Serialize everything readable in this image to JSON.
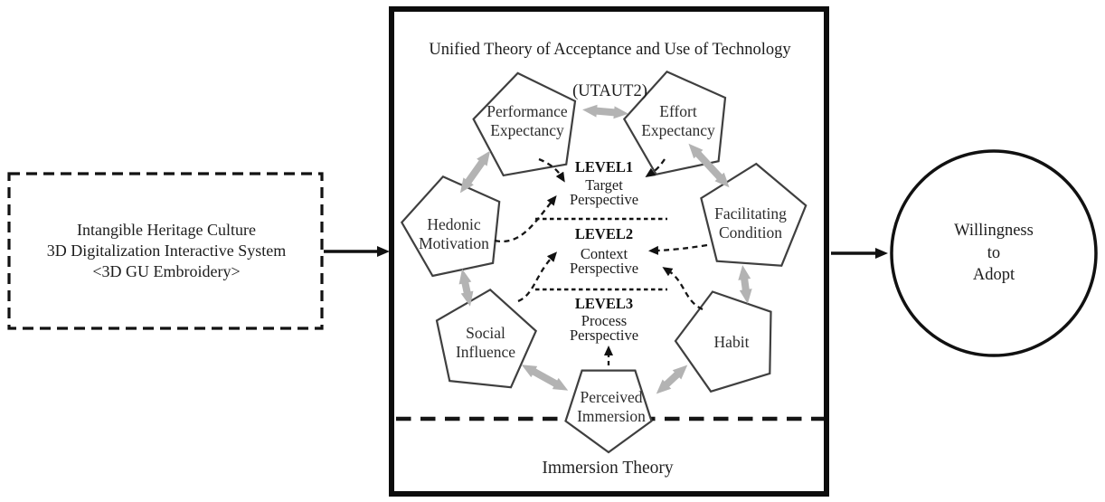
{
  "input_box": {
    "lines": [
      "Intangible Heritage Culture",
      "3D Digitalization Interactive System",
      "<3D GU Embroidery>"
    ]
  },
  "utaut": {
    "title_line1": "Unified Theory of Acceptance and Use of Technology",
    "title_line2": "(UTAUT2)",
    "constructs": [
      {
        "label": "Performance\nExpectancy"
      },
      {
        "label": "Effort\nExpectancy"
      },
      {
        "label": "Hedonic\nMotivation"
      },
      {
        "label": "Facilitating\nCondition"
      },
      {
        "label": "Social\nInfluence"
      },
      {
        "label": "Habit"
      },
      {
        "label": "Perceived\nImmersion"
      }
    ],
    "levels": [
      {
        "label": "LEVEL1",
        "name": "Target\nPerspective"
      },
      {
        "label": "LEVEL2",
        "name": "Context\nPerspective"
      },
      {
        "label": "LEVEL3",
        "name": "Process\nPerspective"
      }
    ],
    "immersion_theory_label": "Immersion Theory"
  },
  "outcome": {
    "lines": "Willingness\nto\nAdopt"
  },
  "colors": {
    "ink": "#1c1c1c",
    "pentagon_stroke": "#3f3f3f",
    "gray_arrow": "#b3b3b3",
    "background": "#ffffff"
  }
}
